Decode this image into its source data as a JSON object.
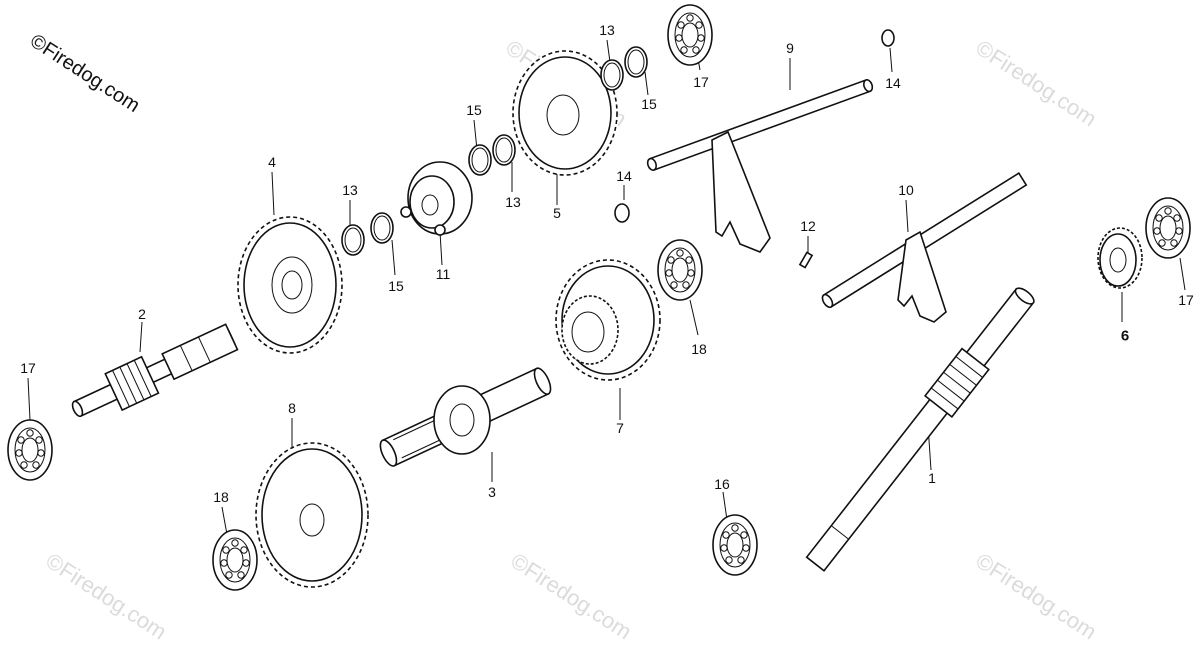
{
  "copyright": "©Firedog.com",
  "watermark": "©Firedog.com",
  "callouts": {
    "c1": "1",
    "c2": "2",
    "c3": "3",
    "c4": "4",
    "c5": "5",
    "c6": "6",
    "c7": "7",
    "c8": "8",
    "c9": "9",
    "c10": "10",
    "c11": "11",
    "c12": "12",
    "c13a": "13",
    "c13b": "13",
    "c13c": "13",
    "c14a": "14",
    "c14b": "14",
    "c15a": "15",
    "c15b": "15",
    "c15c": "15",
    "c16": "16",
    "c17a": "17",
    "c17b": "17",
    "c17c": "17",
    "c18a": "18",
    "c18b": "18"
  }
}
